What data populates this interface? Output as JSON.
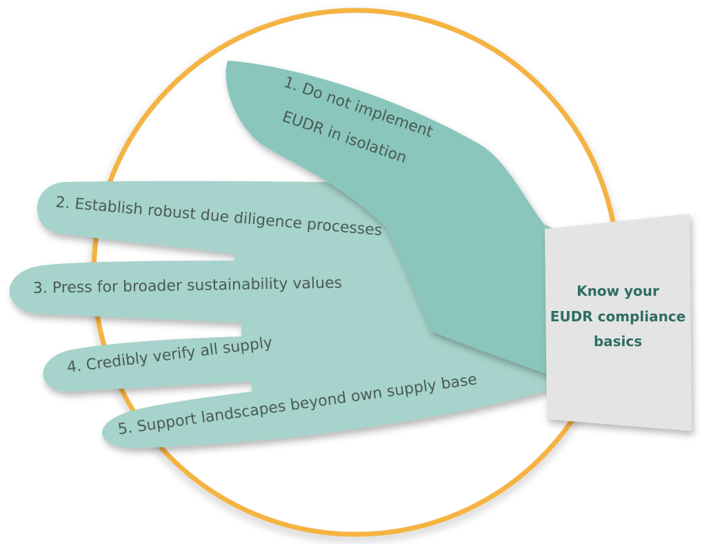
{
  "colors": {
    "ring": "#f5b342",
    "hand_light": "#a6d3cb",
    "thumb": "#8ac6bb",
    "cuff": "#e4e4e4",
    "cuff_text": "#2f6e62",
    "label_text": "#4a5a57"
  },
  "steps": [
    {
      "thumb_line1": "1.  Do not implement",
      "thumb_line2": "EUDR in isolation"
    },
    {
      "label": "2. Establish robust due diligence processes"
    },
    {
      "label": "3. Press for broader sustainability values"
    },
    {
      "label": "4. Credibly verify all supply"
    },
    {
      "label": "5.  Support landscapes beyond own supply base"
    }
  ],
  "cuff": {
    "line1": "Know your",
    "line2": "EUDR compliance",
    "line3": "basics"
  }
}
